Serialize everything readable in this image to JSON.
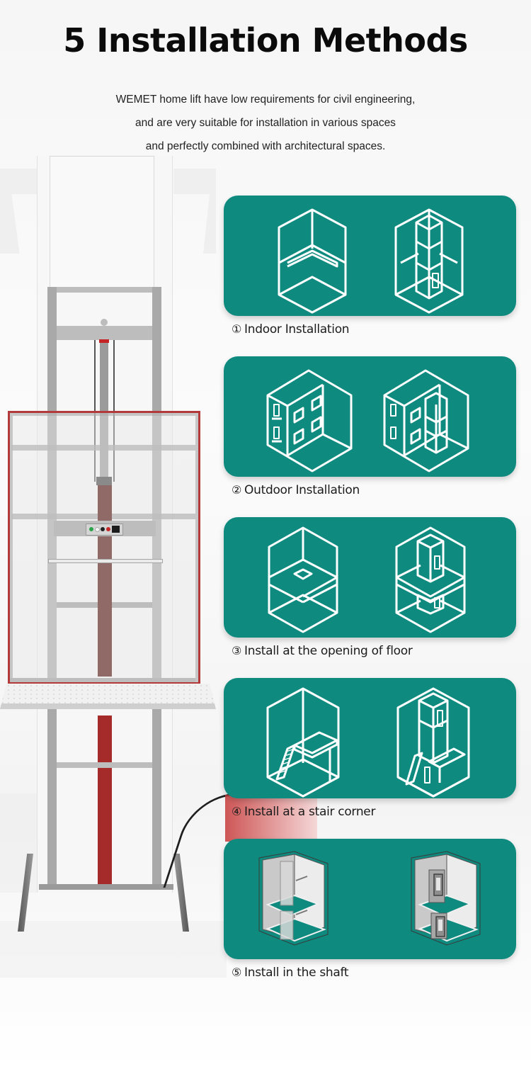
{
  "header": {
    "title": "5 Installation Methods",
    "intro_lines": [
      "WEMET home lift have low requirements for civil engineering,",
      "and are very suitable for installation in various spaces",
      "and perfectly combined with architectural spaces."
    ]
  },
  "colors": {
    "card_bg": "#0e8a7f",
    "icon_stroke": "#ffffff",
    "lift_accent_red": "#a52a2a",
    "lift_steel": "#a9a9a9"
  },
  "methods": [
    {
      "num": "①",
      "label": "Indoor Installation",
      "icons": [
        "room-corner-icon",
        "room-corner-with-lift-icon"
      ]
    },
    {
      "num": "②",
      "label": "Outdoor Installation",
      "icons": [
        "building-exterior-icon",
        "building-exterior-with-lift-icon"
      ]
    },
    {
      "num": "③",
      "label": "Install at the opening of floor",
      "icons": [
        "floor-opening-icon",
        "floor-opening-with-lift-icon"
      ]
    },
    {
      "num": "④",
      "label": "Install at a stair corner",
      "icons": [
        "stair-corner-icon",
        "stair-corner-with-lift-icon"
      ]
    },
    {
      "num": "⑤",
      "label": "Install in the shaft",
      "icons": [
        "empty-shaft-icon",
        "shaft-with-lift-icon"
      ]
    }
  ],
  "illustration": {
    "subject": "home-lift-product",
    "control_panel_buttons": [
      "green",
      "white",
      "black",
      "red",
      "switch"
    ]
  }
}
